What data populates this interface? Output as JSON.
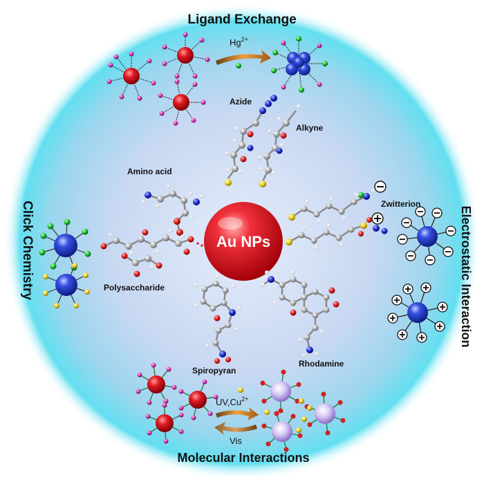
{
  "center_label": "Au NPs",
  "sections": {
    "ligand_exchange": {
      "title": "Ligand Exchange",
      "ion": "Hg",
      "ion_charge": "2+"
    },
    "click_chemistry": {
      "title": "Click Chemistry"
    },
    "electrostatic": {
      "title": "Electrostatic Interaction"
    },
    "molecular": {
      "title": "Molecular Interactions",
      "forward_prefix": "UV,Cu",
      "forward_charge": "2+",
      "reverse": "Vis"
    }
  },
  "molecules": {
    "azide": "Azide",
    "alkyne": "Alkyne",
    "amino_acid": "Amino acid",
    "zwitterion": "Zwitterion",
    "polysaccharide": "Polysaccharide",
    "spiropyran": "Spiropyran",
    "rhodamine": "Rhodamine"
  },
  "colors": {
    "gold_np": "#e0141c",
    "blue_np": "#2a3fc4",
    "halo": "#5fe0f0",
    "disk_center": "#d9e4f6",
    "carbon": "#a8a8a8",
    "hydrogen": "#ffffff",
    "oxygen": "#d92020",
    "nitrogen": "#2030d0",
    "sulfur": "#e8d020"
  },
  "icons": [
    "negative-charge-icon",
    "positive-charge-icon",
    "arrow-icon"
  ]
}
